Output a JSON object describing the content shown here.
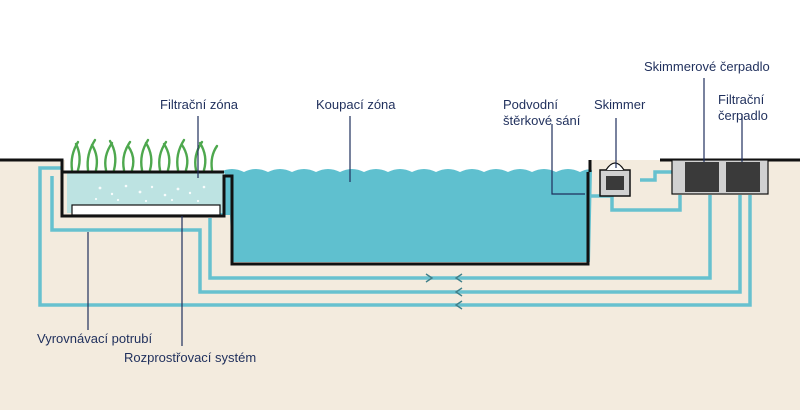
{
  "labels": {
    "filter_zone": "Filtrační zóna",
    "swim_zone": "Koupací zóna",
    "gravel_suction": [
      "Podvodní",
      "štěrkové sání"
    ],
    "skimmer": "Skimmer",
    "skimmer_pump": "Skimmerové čerpadlo",
    "filter_pump": [
      "Filtrační",
      "čerpadlo"
    ],
    "equalizing_pipe": "Vyrovnávací potrubí",
    "distribution_system": "Rozprostřovací systém"
  },
  "colors": {
    "ground": "#f3ebde",
    "water": "#5fc0cf",
    "filter_water": "#bde3e2",
    "pipe": "#67c1cf",
    "wall": "#111111",
    "text": "#1f2f5c",
    "plants": "#4ea84e",
    "pump_housing": "#d1d1d1",
    "pump": "#3a3a3a"
  }
}
